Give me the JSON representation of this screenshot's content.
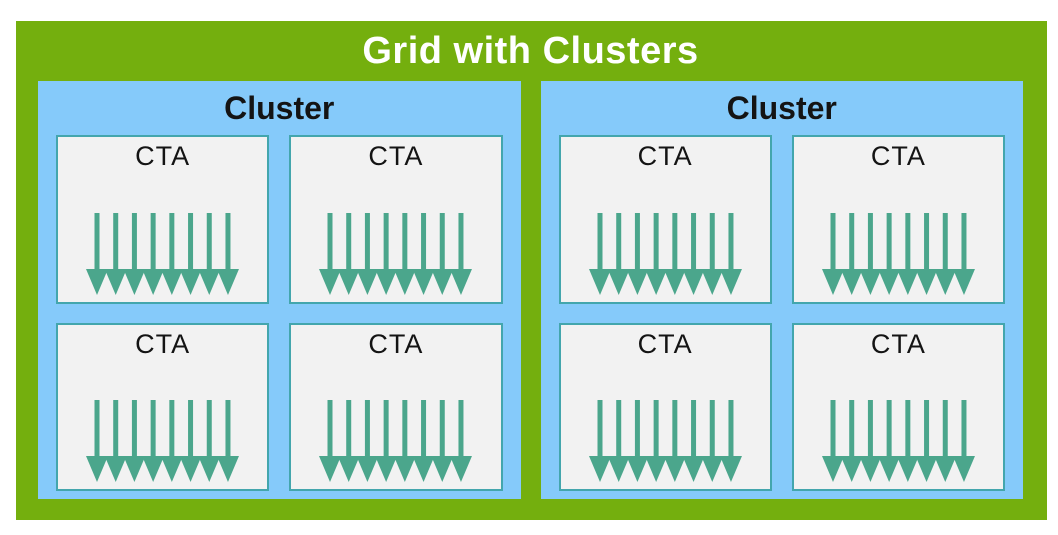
{
  "diagram": {
    "title": "Grid with Clusters",
    "arrows_per_cta": 8,
    "clusters": [
      {
        "label": "Cluster",
        "ctas": [
          {
            "label": "CTA"
          },
          {
            "label": "CTA"
          },
          {
            "label": "CTA"
          },
          {
            "label": "CTA"
          }
        ]
      },
      {
        "label": "Cluster",
        "ctas": [
          {
            "label": "CTA"
          },
          {
            "label": "CTA"
          },
          {
            "label": "CTA"
          },
          {
            "label": "CTA"
          }
        ]
      }
    ],
    "colors": {
      "grid_bg": "#74AF0E",
      "cluster_bg": "#85CAFA",
      "cta_bg": "#F2F2F2",
      "cta_border": "#43A6AD",
      "arrow": "#4BA68C",
      "title_text": "#FFFFFF",
      "label_text": "#141414",
      "page_bg": "#FFFFFF"
    }
  }
}
